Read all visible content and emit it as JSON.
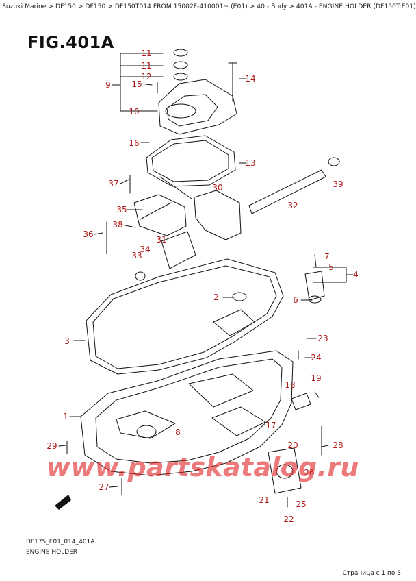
{
  "breadcrumb": "Suzuki Marine > DF150 > DF150 > DF150T014 FROM 15002F-410001~ (E01) > 40 - Body > 401A - ENGINE HOLDER (DF150T:E01)",
  "figure_title": "FIG.401A",
  "footer": {
    "code": "DF175_E01_014_401A",
    "name": "ENGINE HOLDER",
    "pager": "Страница с 1 по 3"
  },
  "watermark": "www.partskatalog.ru",
  "callouts": [
    "11",
    "11",
    "12",
    "9",
    "15",
    "10",
    "14",
    "16",
    "13",
    "37",
    "30",
    "39",
    "35",
    "32",
    "38",
    "36",
    "34",
    "31",
    "33",
    "7",
    "5",
    "4",
    "2",
    "6",
    "3",
    "23",
    "24",
    "18",
    "19",
    "1",
    "8",
    "17",
    "29",
    "20",
    "28",
    "26",
    "27",
    "25",
    "21",
    "22"
  ],
  "colors": {
    "callout": "#b01818",
    "line": "#111111",
    "watermark": "#e12828"
  }
}
